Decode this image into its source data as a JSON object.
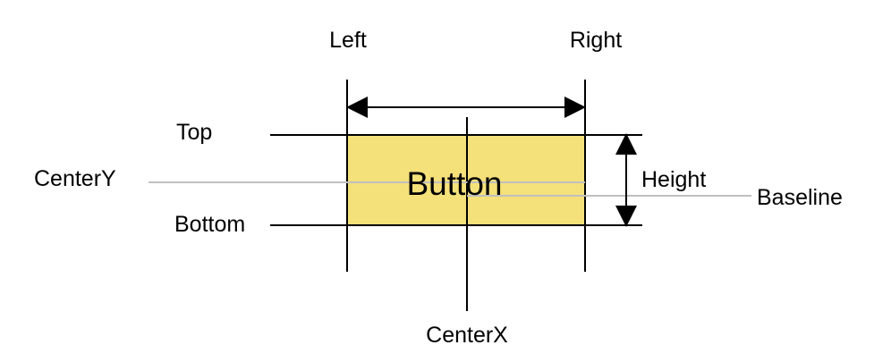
{
  "diagram": {
    "title": "Auto Layout attributes",
    "button_label": "Button",
    "labels": {
      "left": "Left",
      "right": "Right",
      "top": "Top",
      "bottom": "Bottom",
      "center_x": "CenterX",
      "center_y": "CenterY",
      "height": "Height",
      "baseline": "Baseline"
    },
    "colors": {
      "button_fill": "#F4E17A",
      "guide_line": "#000000",
      "center_line": "#C0C0C0",
      "background": "#FFFFFF"
    }
  }
}
